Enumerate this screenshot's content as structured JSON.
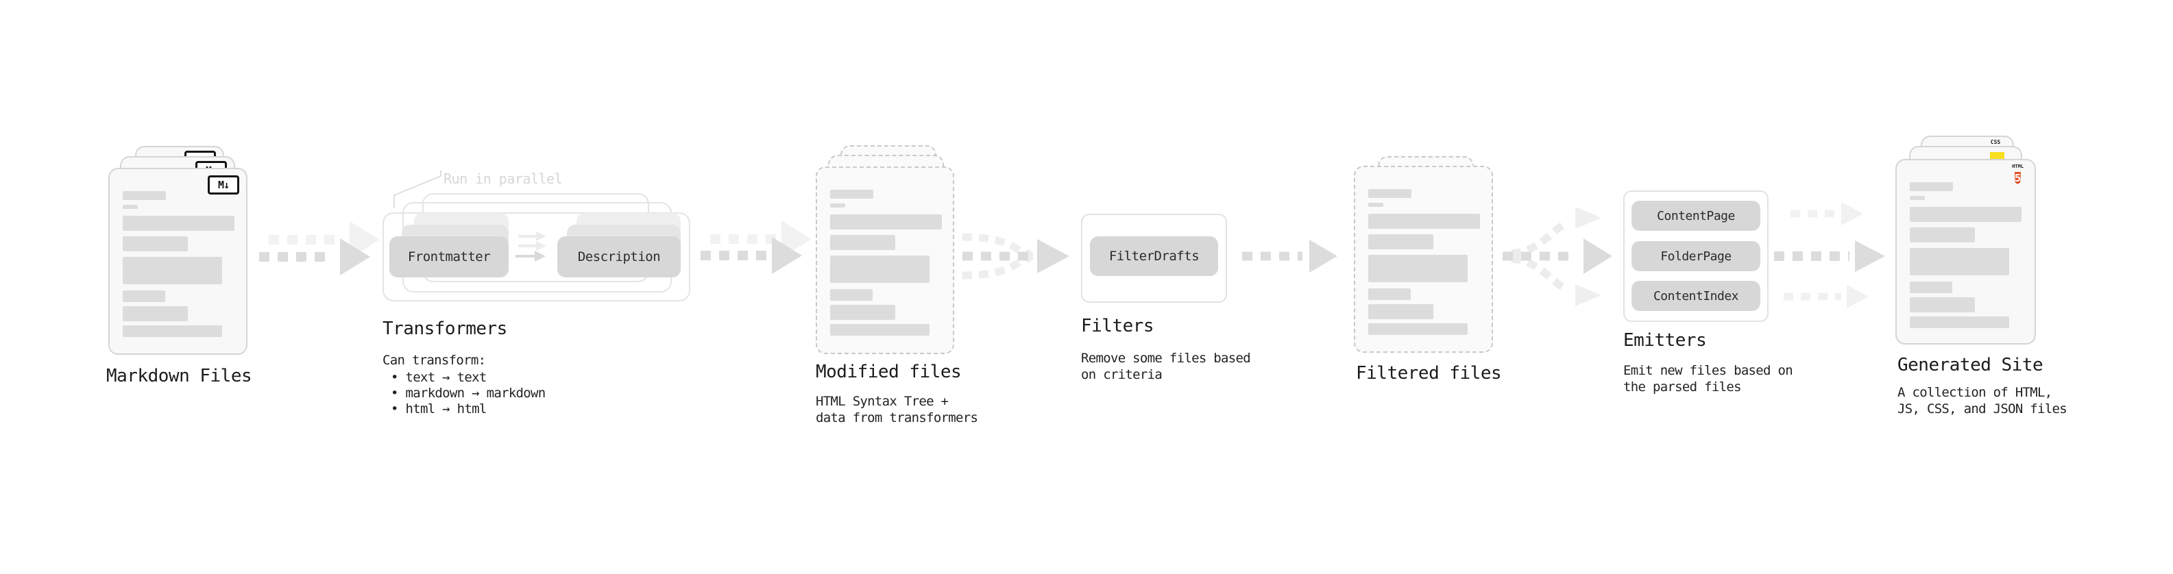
{
  "diagram": {
    "stages": {
      "markdown_files": {
        "title": "Markdown Files"
      },
      "transformers": {
        "title": "Transformers",
        "note": "Run in parallel",
        "description": "Can transform:",
        "bullets": [
          "• text → text",
          "• markdown → markdown",
          "• html → html"
        ],
        "nodes": [
          "Frontmatter",
          "Description"
        ]
      },
      "modified_files": {
        "title": "Modified files",
        "description_line1": "HTML Syntax Tree +",
        "description_line2": "data from transformers"
      },
      "filters": {
        "title": "Filters",
        "description_line1": "Remove some files based",
        "description_line2": "on criteria",
        "nodes": [
          "FilterDrafts"
        ]
      },
      "filtered_files": {
        "title": "Filtered files"
      },
      "emitters": {
        "title": "Emitters",
        "description_line1": "Emit new files based on",
        "description_line2": "the parsed files",
        "nodes": [
          "ContentPage",
          "FolderPage",
          "ContentIndex"
        ]
      },
      "generated_site": {
        "title": "Generated Site",
        "description_line1": "A collection of HTML,",
        "description_line2": "JS, CSS, and JSON files"
      }
    },
    "badges": {
      "markdown": "M↓",
      "html5_top": "HTML",
      "html5_number": "5",
      "css": "CSS"
    },
    "colors": {
      "html5_orange": "#e34f26",
      "js_yellow": "#f7df1e",
      "css_blue": "#2d6ff2",
      "card_bar_gray": "#dcdcdc",
      "arrow_gray": "#dcdcdc",
      "arrow_light": "#f2f2f2",
      "text": "#1d1d1d",
      "note_gray": "#d6d6d6"
    }
  }
}
